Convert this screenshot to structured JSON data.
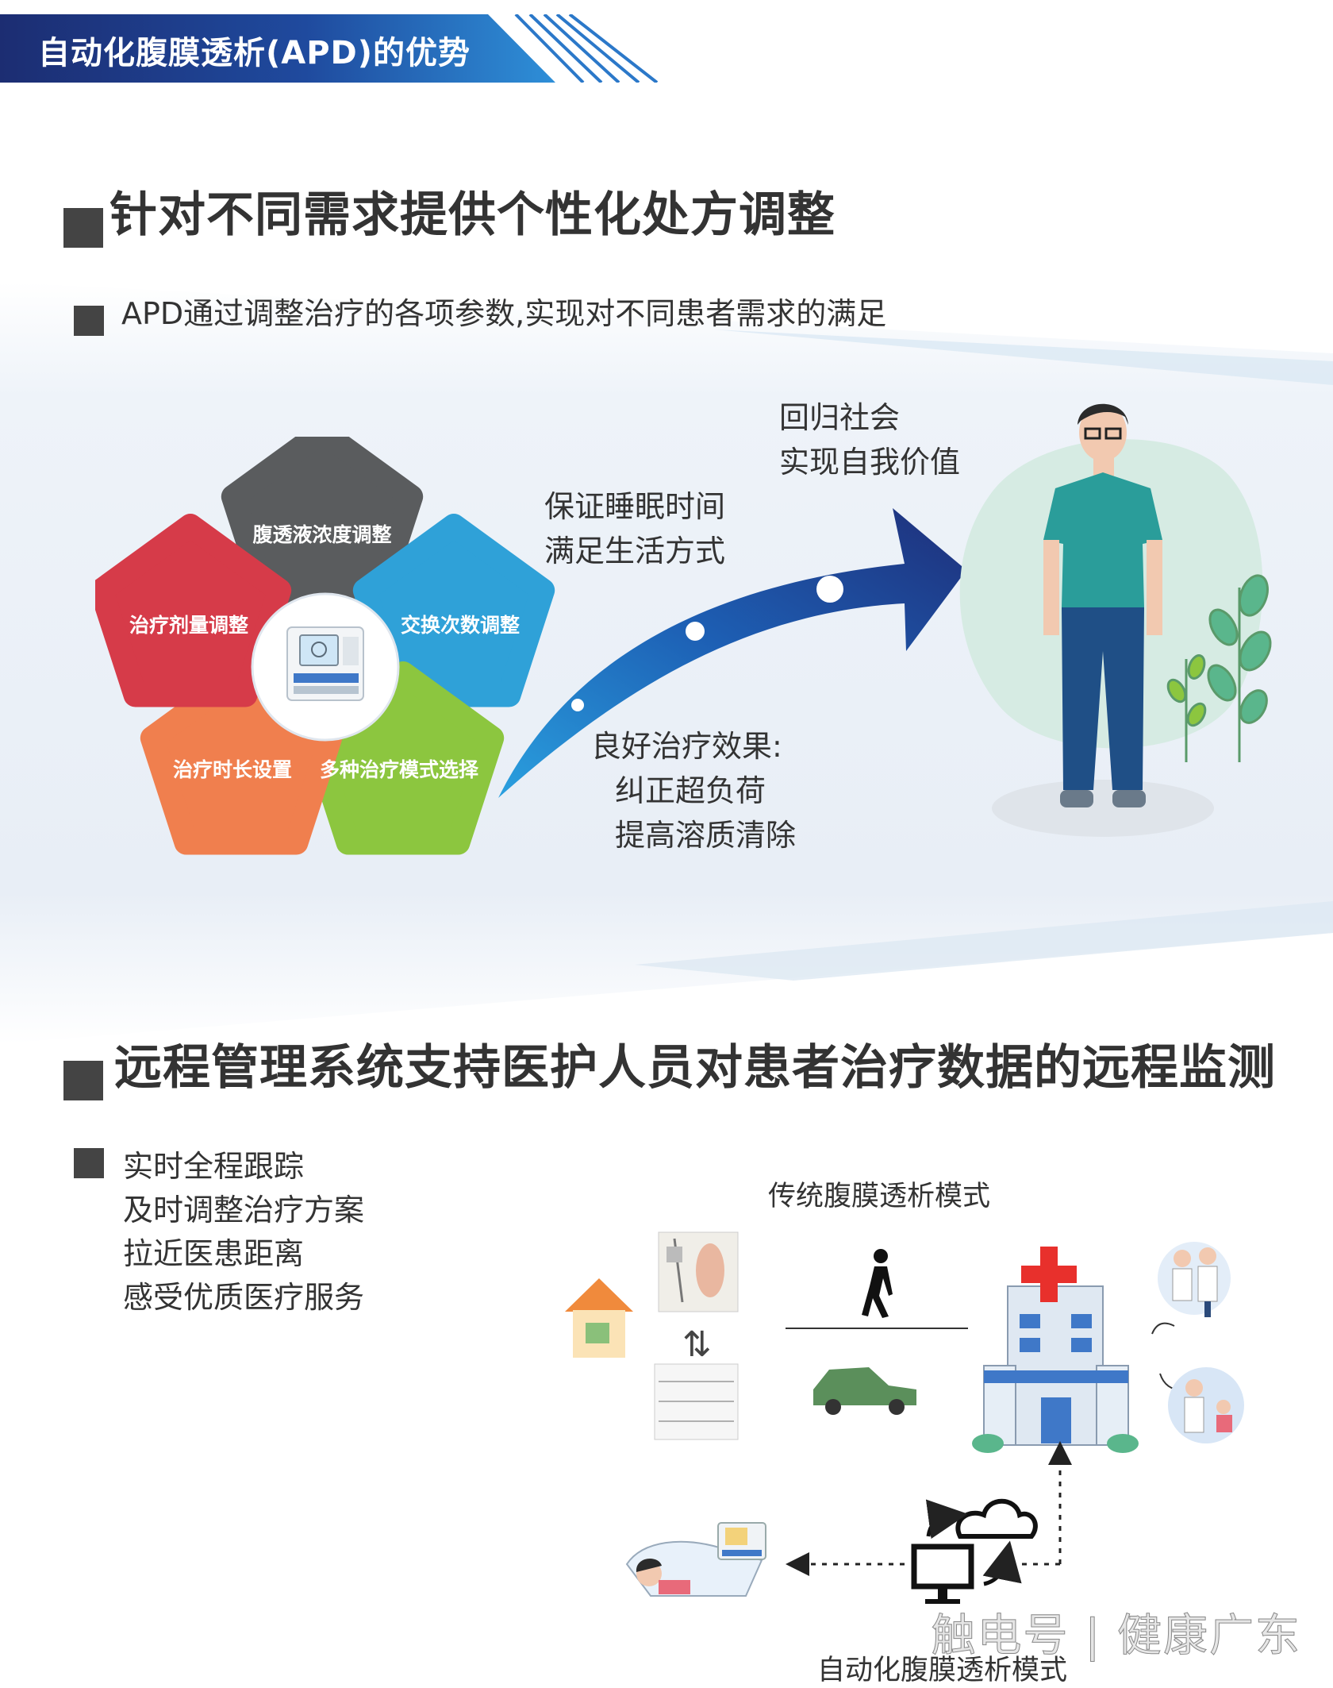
{
  "banner": {
    "title": "自动化腹膜透析(APD)的优势"
  },
  "section1": {
    "title": "针对不同需求提供个性化处方调整",
    "subtitle": "APD通过调整治疗的各项参数,实现对不同患者需求的满足",
    "petals": [
      {
        "label": "腹透液浓度调整",
        "color": "#5a5c5e"
      },
      {
        "label": "交换次数调整",
        "color": "#2fa1d8"
      },
      {
        "label": "多种治疗模式选择",
        "color": "#8cc63f"
      },
      {
        "label": "治疗时长设置",
        "color": "#f07f4e"
      },
      {
        "label": "治疗剂量调整",
        "color": "#d63b49"
      }
    ],
    "benefit_top_1": "保证睡眠时间",
    "benefit_top_2": "满足生活方式",
    "benefit_goal_1": "回归社会",
    "benefit_goal_2": "实现自我价值",
    "benefit_bottom_1": "良好治疗效果:",
    "benefit_bottom_2": "纠正超负荷",
    "benefit_bottom_3": "提高溶质清除"
  },
  "section2": {
    "title": "远程管理系统支持医护人员对患者治疗数据的远程监测",
    "bullets": [
      "实时全程跟踪",
      "及时调整治疗方案",
      "拉近医患距离",
      "感受优质医疗服务"
    ],
    "traditional_label": "传统腹膜透析模式",
    "apd_label": "自动化腹膜透析模式"
  },
  "watermark": "触电号 | 健康广东",
  "colors": {
    "banner_dark": "#1c2d72",
    "banner_light": "#2e7fd0",
    "arrow_dark": "#1f2f7a",
    "arrow_light": "#1e88d0",
    "shirt": "#2a9d9a",
    "pants": "#1f4f86",
    "hospital_cross": "#e8302c"
  }
}
